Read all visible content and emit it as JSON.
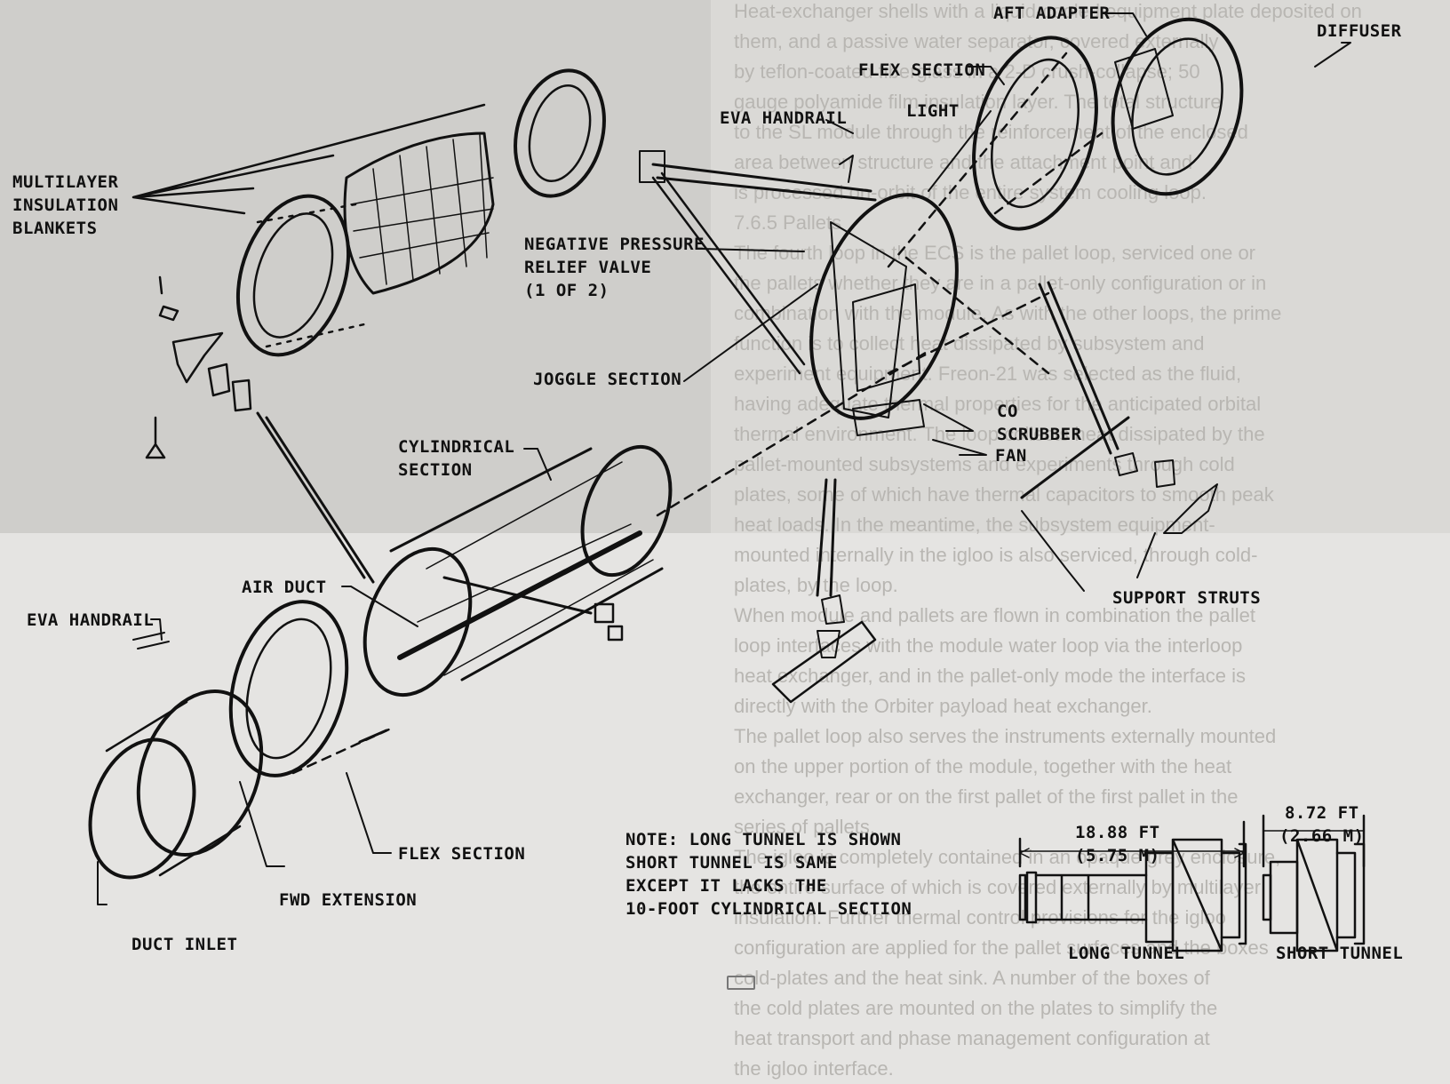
{
  "background_text": [
    "Heat-exchanger shells with a liquid-cooled equipment plate deposited on",
    "them, and a passive water separator, covered externally",
    "by teflon-coated fiberglass in a 2-D crush-collapse; 50",
    "gauge polyamide film insulation layer. The total structure",
    "to the SL module through the reinforcement of the enclosed",
    "area between structure and the attachment point and",
    "is processed on-orbit of the entire system cooling loop.",
    "7.6.5 Pallets",
    "The fourth loop in the ECS is the pallet loop, serviced one or",
    "the pallets whether they are in a pallet-only configuration or in",
    "combination with the module. As with the other loops, the prime",
    "function is to collect heat dissipated by subsystem and",
    "experiment equipment. Freon-21 was selected as the fluid,",
    "having adequate thermal properties for the anticipated orbital",
    "thermal environment. The loop collects heat dissipated by the",
    "pallet-mounted subsystems and experiments through cold",
    "plates, some of which have thermal capacitors to smooth peak",
    "heat loads. In the meantime, the subsystem equipment-",
    "mounted internally in the igloo is also serviced, through cold-",
    "plates, by the loop.",
    "When module and pallets are flown in combination the pallet",
    "loop interfaces with the module water loop via the interloop",
    "heat exchanger, and in the pallet-only mode the interface is",
    "directly with the Orbiter payload heat exchanger.",
    "The pallet loop also serves the instruments externally mounted",
    "on the upper portion of the module, together with the heat",
    "exchanger, rear or on the first pallet of the first pallet in the",
    "series of pallets.",
    "The igloo is completely contained in an opaque grey enclosure,",
    "the entire surface of which is covered externally by multilayer",
    "insulation. Further thermal control provisions for the igloo",
    "configuration are applied for the pallet surfaces and the boxes",
    "cold-plates and the heat sink. A number of the boxes of",
    "the cold plates are mounted on the plates to simplify the",
    "heat transport and phase management configuration at",
    "the igloo interface."
  ],
  "labels": {
    "aft_adapter": "AFT ADAPTER",
    "diffuser": "DIFFUSER",
    "flex_section_top": "FLEX SECTION",
    "eva_handrail_top": "EVA HANDRAIL",
    "light": "LIGHT",
    "multilayer_insulation": "MULTILAYER\nINSULATION\nBLANKETS",
    "negative_pressure": "NEGATIVE PRESSURE\nRELIEF VALVE\n(1 OF 2)",
    "joggle_section": "JOGGLE SECTION",
    "co_scrubber": "CO\nSCRUBBER",
    "fan": "FAN",
    "cylindrical_section": "CYLINDRICAL\nSECTION",
    "air_duct": "AIR DUCT",
    "eva_handrail_left": "EVA HANDRAIL",
    "support_struts": "SUPPORT STRUTS",
    "note": "NOTE:  LONG TUNNEL IS SHOWN\n       SHORT TUNNEL IS SAME\n       EXCEPT IT LACKS THE\n       10-FOOT CYLINDRICAL SECTION",
    "flex_section_bottom": "FLEX SECTION",
    "fwd_extension": "FWD EXTENSION",
    "duct_inlet": "DUCT INLET",
    "long_tunnel": "LONG TUNNEL",
    "short_tunnel": "SHORT TUNNEL",
    "long_dim": "18.88 FT\n(5.75 M)",
    "short_dim": "8.72 FT\n(2.66 M)"
  }
}
